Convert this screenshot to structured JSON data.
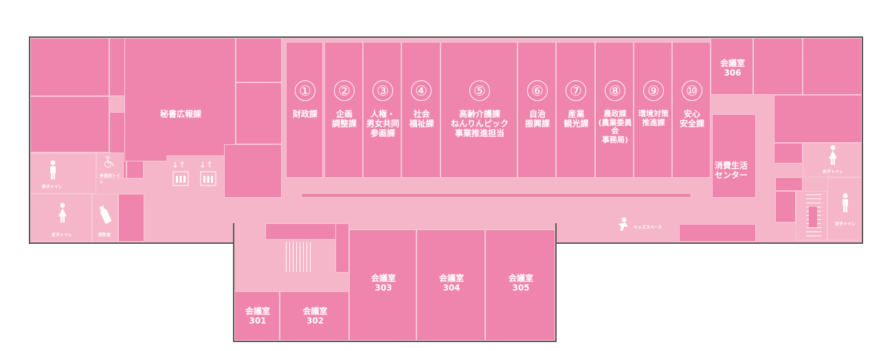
{
  "colors": {
    "room": "#ef85ac",
    "corridor": "#f5b6c9",
    "outline": "#555555",
    "text": "#ffffff"
  },
  "rooms": {
    "hisho": "秘書広報課",
    "r1_num": "①",
    "r1": "財政課",
    "r2_num": "②",
    "r2": "企画\n調整課",
    "r3_num": "③",
    "r3": "人権・\n男女共同\n参画課",
    "r4_num": "④",
    "r4": "社会\n福祉課",
    "r5_num": "⑤",
    "r5": "高齢介護課\nねんりんピック\n事業推進担当",
    "r6_num": "⑥",
    "r6": "自治\n振興課",
    "r7_num": "⑦",
    "r7": "産業\n観光課",
    "r8_num": "⑧",
    "r8": "農政課\n(農業委員会\n事務局)",
    "r9_num": "⑨",
    "r9": "環境対策\n推進課",
    "r10_num": "⑩",
    "r10": "安心\n安全課",
    "k306": "会議室\n306",
    "shohi": "消費生活\nセンター",
    "k301": "会議室\n301",
    "k302": "会議室\n302",
    "k303": "会議室\n303",
    "k304": "会議室\n304",
    "k305": "会議室\n305"
  },
  "facilities": {
    "mens_left": "男子トイレ",
    "accessible": "多目的トイレ",
    "womens_left": "女子トイレ",
    "nursing": "授乳室",
    "kids": "キッズスペース",
    "womens_right": "女子トイレ",
    "mens_right": "男子トイレ"
  }
}
